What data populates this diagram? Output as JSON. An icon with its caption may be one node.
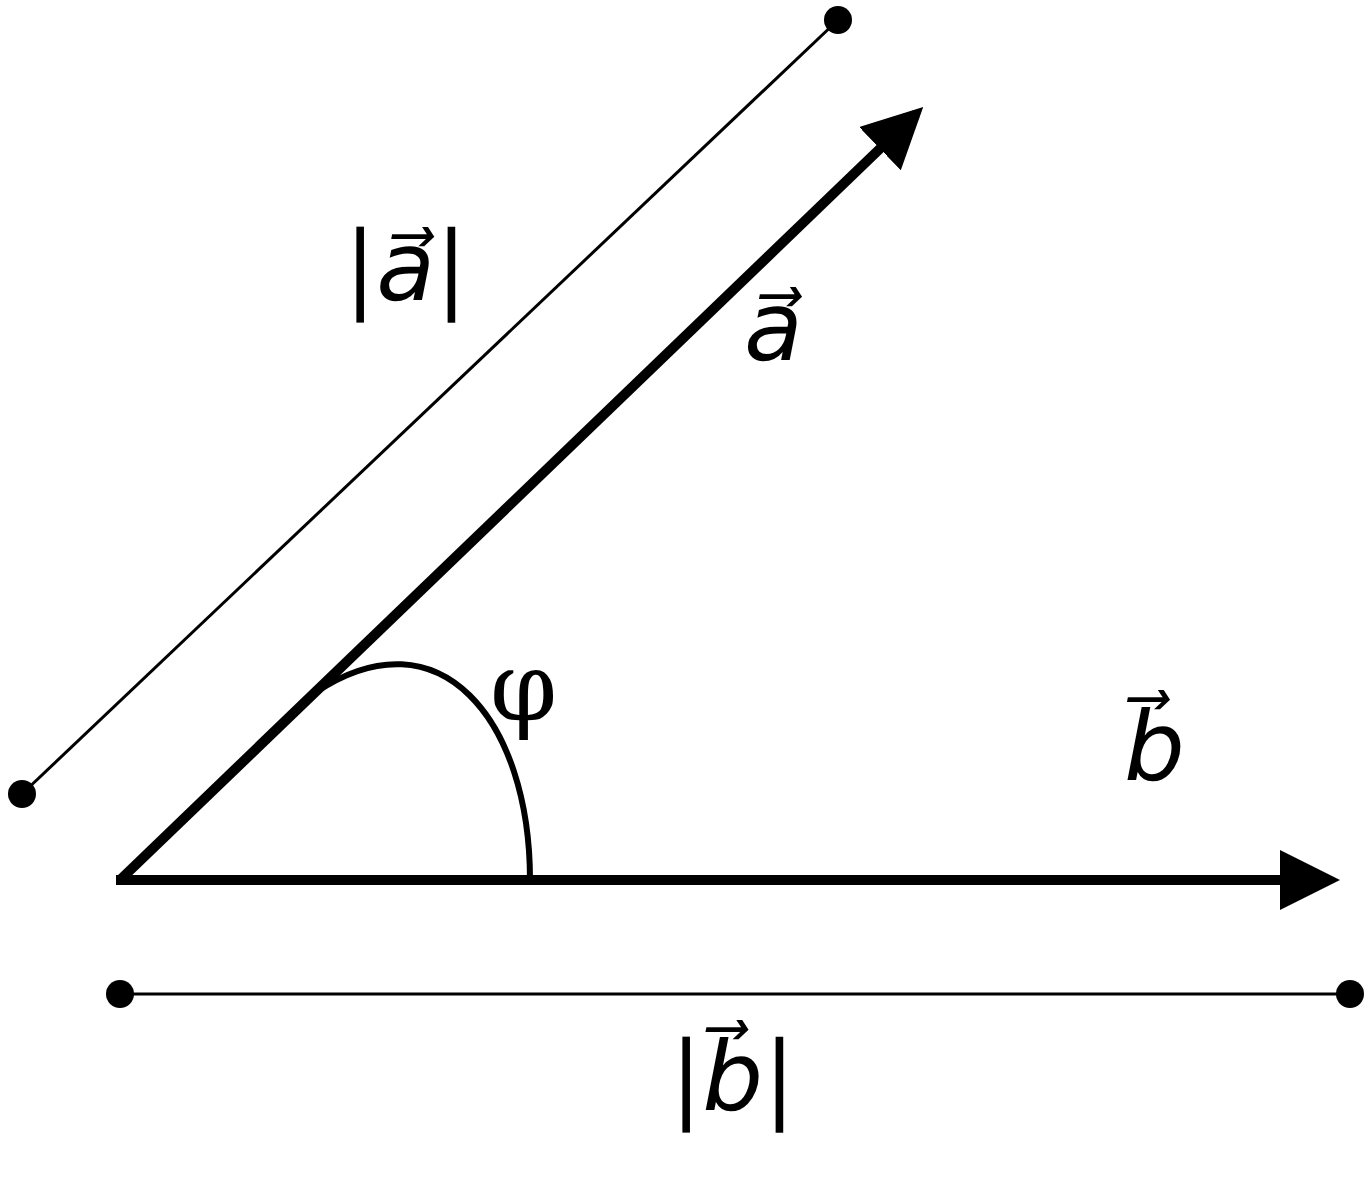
{
  "diagram": {
    "labels": [
      "|a⃗|",
      "a⃗",
      "φ",
      "b⃗",
      "|b⃗|"
    ]
  }
}
